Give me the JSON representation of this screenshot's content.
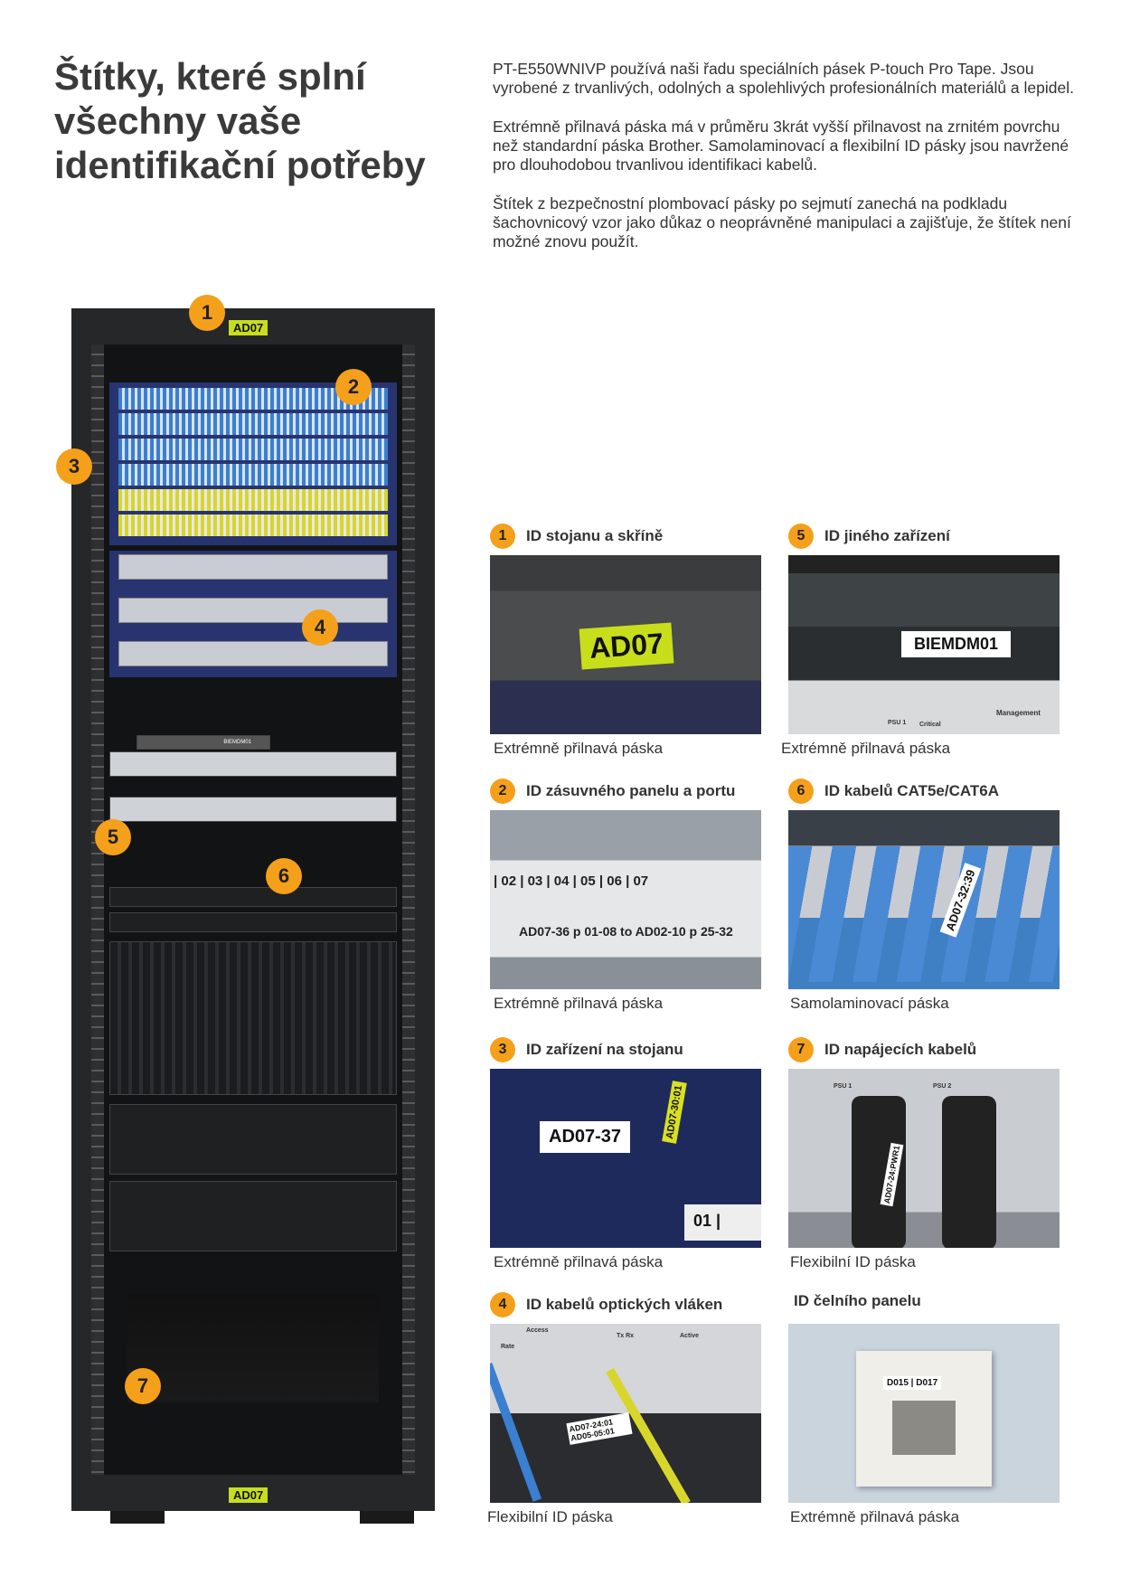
{
  "heading": "Štítky, které splní všechny vaše identifikační potřeby",
  "intro": [
    "PT-E550WNIVP používá naši řadu speciálních pásek P-touch Pro Tape. Jsou vyrobené z trvanlivých, odolných a spolehlivých profesionálních materiálů a lepidel.",
    "Extrémně přilnavá páska má v průměru 3krát vyšší přilnavost na zrnitém povrchu než standardní páska Brother. Samolaminovací a flexibilní ID pásky jsou navržené pro dlouhodobou trvanlivou identifikaci kabelů.",
    "Štítek z bezpečnostní plombovací pásky po sejmutí zanechá na podkladu šachovnicový vzor jako důkaz o neoprávněné manipulaci a zajišťuje, že štítek není možné znovu použít."
  ],
  "rack": {
    "top_label": "AD07",
    "bottom_label": "AD07",
    "device_label": "BIEMDM01",
    "markers": [
      "1",
      "2",
      "3",
      "4",
      "5",
      "6",
      "7"
    ]
  },
  "tiles": [
    {
      "num": "1",
      "title": "ID stojanu a skříně",
      "label": "AD07",
      "caption": "Extrémně přilnavá páska"
    },
    {
      "num": "5",
      "title": "ID jiného zařízení",
      "label": "BIEMDM01",
      "caption": "Extrémně přilnavá páska",
      "extra": [
        "Management",
        "PSU 1",
        "Critical"
      ]
    },
    {
      "num": "2",
      "title": "ID zásuvného panelu a portu",
      "label": "AD07-36 p 01-08 to AD02-10 p 25-32",
      "ports": "| 02 | 03 | 04 | 05 | 06 | 07",
      "caption": "Extrémně přilnavá páska"
    },
    {
      "num": "6",
      "title": "ID kabelů CAT5e/CAT6A",
      "label": "AD07-32:39",
      "caption": "Samolaminovací páska"
    },
    {
      "num": "3",
      "title": "ID zařízení na stojanu",
      "label": "AD07-37",
      "label2": "AD07-30:01",
      "ports": "01 |",
      "caption": "Extrémně přilnavá páska"
    },
    {
      "num": "7",
      "title": "ID napájecích kabelů",
      "label": "AD07-24:PWR1",
      "extra": [
        "PSU 1",
        "PSU 2"
      ],
      "caption": "Flexibilní ID páska"
    },
    {
      "num": "4",
      "title": "ID kabelů optických vláken",
      "label": "AD07-24:01 AD05-05:01",
      "extra": [
        "Access",
        "Rate",
        "Tx  Rx",
        "Active"
      ],
      "caption": "Flexibilní ID páska"
    },
    {
      "num": "",
      "title": "ID čelního panelu",
      "label": "D015 | D017",
      "caption": "Extrémně přilnavá páska"
    }
  ]
}
